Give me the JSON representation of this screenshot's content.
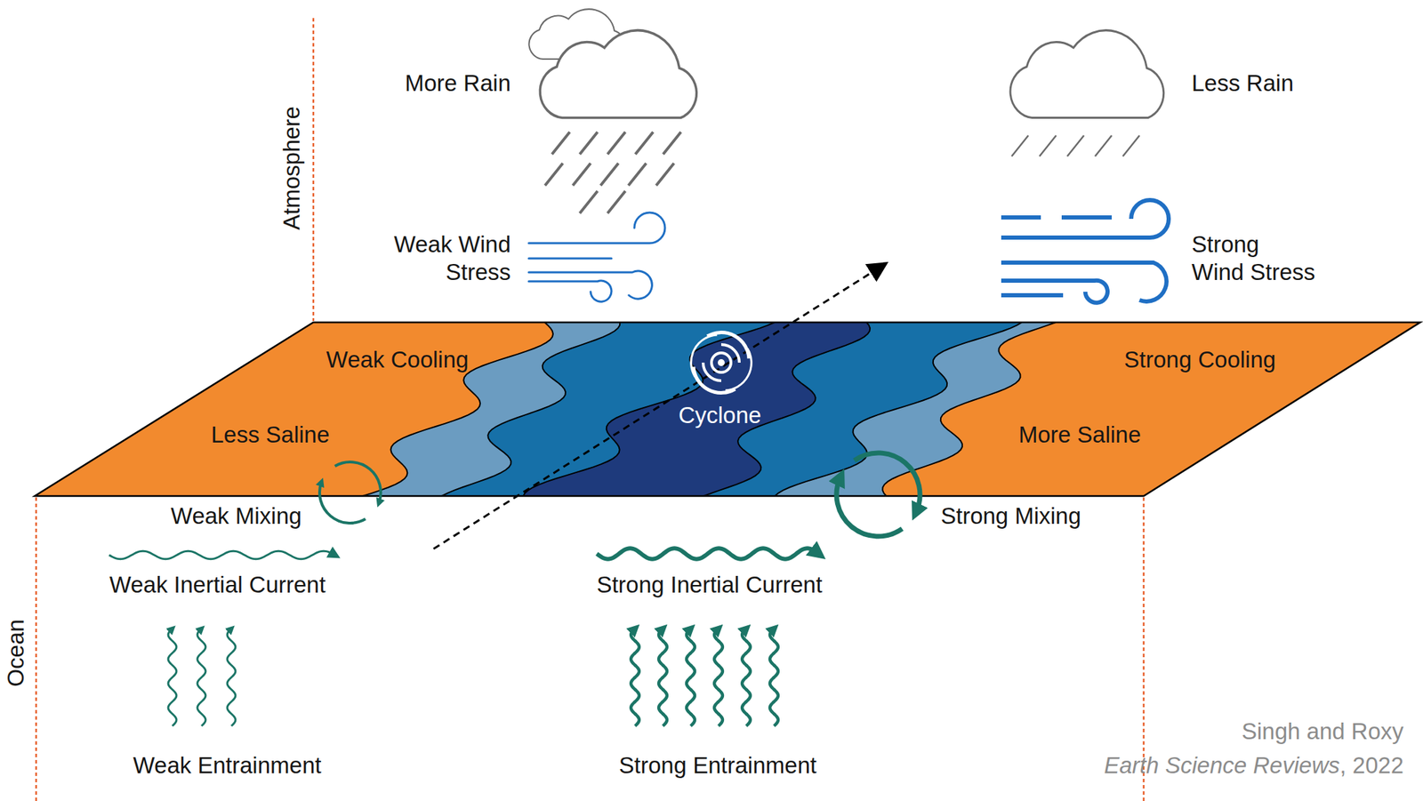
{
  "diagram": {
    "labels": [
      "Atmosphere",
      "More Rain",
      "Less Rain",
      "Weak Wind Stress",
      "Strong Wind Stress",
      "Weak Cooling",
      "Strong Cooling",
      "Less Saline",
      "More Saline",
      "Cyclone",
      "Weak Mixing",
      "Strong Mixing",
      "Weak Inertial Current",
      "Strong Inertial Current",
      "Ocean",
      "Weak Entrainment",
      "Strong Entrainment",
      "Singh and Roxy",
      "Earth Science Reviews",
      ", 2022"
    ]
  }
}
